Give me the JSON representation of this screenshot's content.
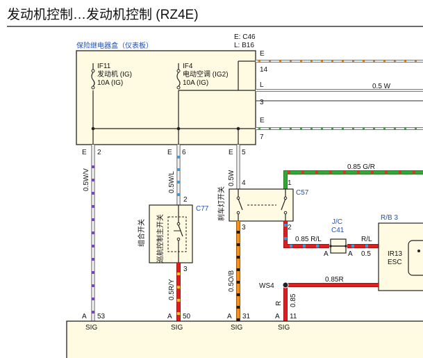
{
  "title": {
    "prefix": "发动机控制…",
    "main": "发动机控制 (RZ4E)"
  },
  "fuse_box": {
    "label": "保险继电器盒（仪表板）",
    "conn_e": "E: C46",
    "conn_l": "L: B16",
    "fuses": [
      {
        "id": "IF11",
        "name": "发动机 (IG)",
        "rating": "10A (IG)"
      },
      {
        "id": "IF4",
        "name": "电动空调 (IG2)",
        "rating": "10A (IG)"
      }
    ],
    "right_pins": [
      {
        "side": "E",
        "pin": "14"
      },
      {
        "side": "L",
        "pin": ""
      },
      {
        "side": "",
        "pin": "3"
      },
      {
        "side": "E",
        "pin": ""
      },
      {
        "side": "",
        "pin": "7"
      }
    ],
    "bottom_pins": [
      {
        "side": "E",
        "pin": "2"
      },
      {
        "side": "E",
        "pin": "6"
      },
      {
        "side": "E",
        "pin": "5"
      }
    ]
  },
  "wires": {
    "w1": "0.5W/V",
    "w2": "0.5W/L",
    "w3": "0.5W",
    "w_right": "0.5 W",
    "gr": "0.85 G/R",
    "rl": "0.85 R/L",
    "rl2": "R/L",
    "rl_val": "0.5",
    "ry": "0.5R/Y",
    "ob": "0.5O/B",
    "r85": "0.85R",
    "r_vert_code": "R",
    "r_vert_val": "0.85"
  },
  "c77": {
    "conn": "C77",
    "name1": "组合开关",
    "name2": "巡航控制主开关",
    "pin_top": "2",
    "pin_bottom": "3"
  },
  "c57": {
    "conn": "C57",
    "name": "刹车灯开关",
    "pin_tl": "4",
    "pin_tr": "1",
    "pin_bl": "3",
    "pin_br": "2"
  },
  "jc": {
    "label": "J/C",
    "conn": "C41",
    "pin_l": "A",
    "pin_r": "A"
  },
  "rb": {
    "conn": "R/B 3",
    "name": "IR13",
    "sub": "ESC"
  },
  "ws4": "WS4",
  "ecm_pins": [
    {
      "side": "A",
      "pin": "53",
      "sig": "SIG"
    },
    {
      "side": "A",
      "pin": "50",
      "sig": "SIG"
    },
    {
      "side": "A",
      "pin": "31",
      "sig": "SIG"
    },
    {
      "side": "A",
      "pin": "11",
      "sig": "SIG"
    }
  ]
}
